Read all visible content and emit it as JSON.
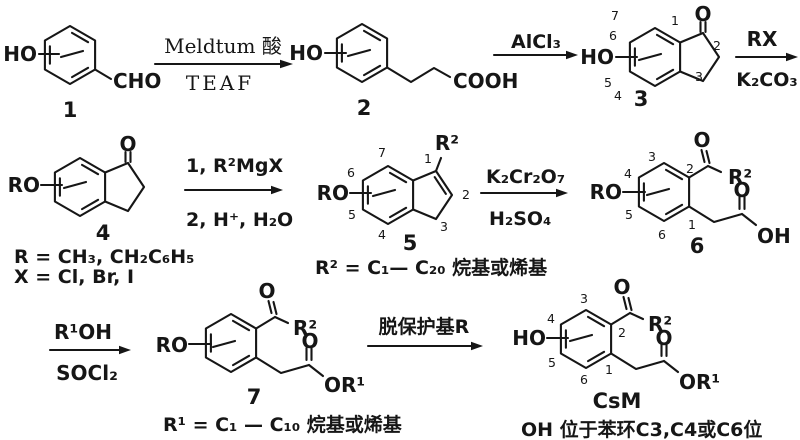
{
  "compounds": {
    "c1": {
      "ho": "HO",
      "cho": "CHO",
      "label": "1"
    },
    "c2": {
      "ho": "HO",
      "cooh": "COOH",
      "label": "2"
    },
    "c3": {
      "ho": "HO",
      "o": "O",
      "label": "3",
      "n1": "1",
      "n2": "2",
      "n3": "3",
      "n4": "4",
      "n5": "5",
      "n6": "6",
      "n7": "7"
    },
    "c4": {
      "ro": "RO",
      "o": "O",
      "label": "4",
      "r_def": "R = CH₃, CH₂C₆H₅",
      "x_def": "X = Cl, Br, I"
    },
    "c5": {
      "ro": "RO",
      "r2": "R²",
      "label": "5",
      "n1": "1",
      "n2": "2",
      "n3": "3",
      "n4": "4",
      "n5": "5",
      "n6": "6",
      "n7": "7",
      "r2_def": "R² = C₁— C₂₀ 烷基或烯基"
    },
    "c6": {
      "ro": "RO",
      "o_ketone": "O",
      "r2": "R²",
      "o_acid": "O",
      "oh": "OH",
      "label": "6",
      "n1": "1",
      "n2": "2",
      "n3": "3",
      "n4": "4",
      "n5": "5",
      "n6": "6"
    },
    "c7": {
      "ro": "RO",
      "o_ketone": "O",
      "r2": "R²",
      "o_ester": "O",
      "or1": "OR¹",
      "label": "7",
      "r1_def": "R¹ = C₁ — C₁₀ 烷基或烯基"
    },
    "csm": {
      "ho": "HO",
      "o_ketone": "O",
      "r2": "R²",
      "o_ester": "O",
      "or1": "OR¹",
      "label": "CsM",
      "note": "OH 位于苯环C3,C4或C6位",
      "n1": "1",
      "n2": "2",
      "n3": "3",
      "n4": "4",
      "n5": "5",
      "n6": "6"
    }
  },
  "arrows": {
    "a1": {
      "above": "Meldtum 酸",
      "below": "TEAF"
    },
    "a2": {
      "above": "AlCl₃"
    },
    "a3": {
      "above": "RX",
      "below": "K₂CO₃"
    },
    "a4": {
      "above": "1, R²MgX",
      "below": "2, H⁺, H₂O"
    },
    "a5": {
      "above": "K₂Cr₂O₇",
      "below": "H₂SO₄"
    },
    "a6": {
      "above": "R¹OH",
      "below": "SOCl₂"
    },
    "a7": {
      "above": "脱保护基R"
    }
  }
}
